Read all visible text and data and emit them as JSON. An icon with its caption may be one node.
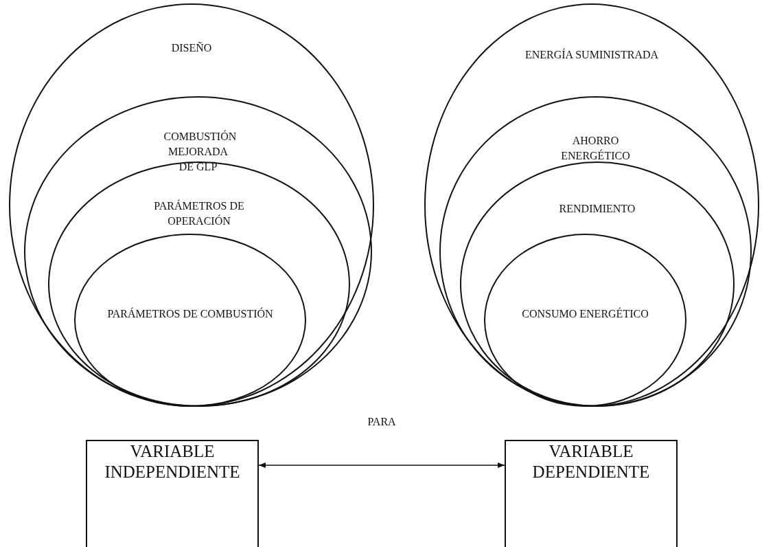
{
  "diagram": {
    "nodes": [
      {
        "text": [
          "DISEÑO"
        ]
      },
      {
        "text": [
          "COMBUSTIÓN MEJORADA DE GLP"
        ],
        "in": 0
      },
      {
        "text": [
          "PARÁMETROS DE OPERACIÓN"
        ],
        "in": 1
      },
      {
        "text": [
          "PARÁMETROS DE COMBUSTIÓN"
        ],
        "in": 2
      },
      {
        "text": [
          "ENERGÍA SUMINISTRADA"
        ]
      },
      {
        "text": [
          "AHORRO ENERGÉTICO"
        ],
        "in": 4
      },
      {
        "text": [
          "RENDIMIENTO"
        ],
        "in": 5
      },
      {
        "text": [
          "CONSUMO ENERGÉTICO"
        ],
        "in": 6
      },
      {
        "text": [
          "VARIABLE INDEPENDIENTE"
        ]
      },
      {
        "text": [
          "VARIABLE DEPENDIENTE"
        ]
      }
    ],
    "edges": [
      {
        "from": 8,
        "to": 9,
        "arrow": "both",
        "label": "PARA"
      }
    ]
  }
}
